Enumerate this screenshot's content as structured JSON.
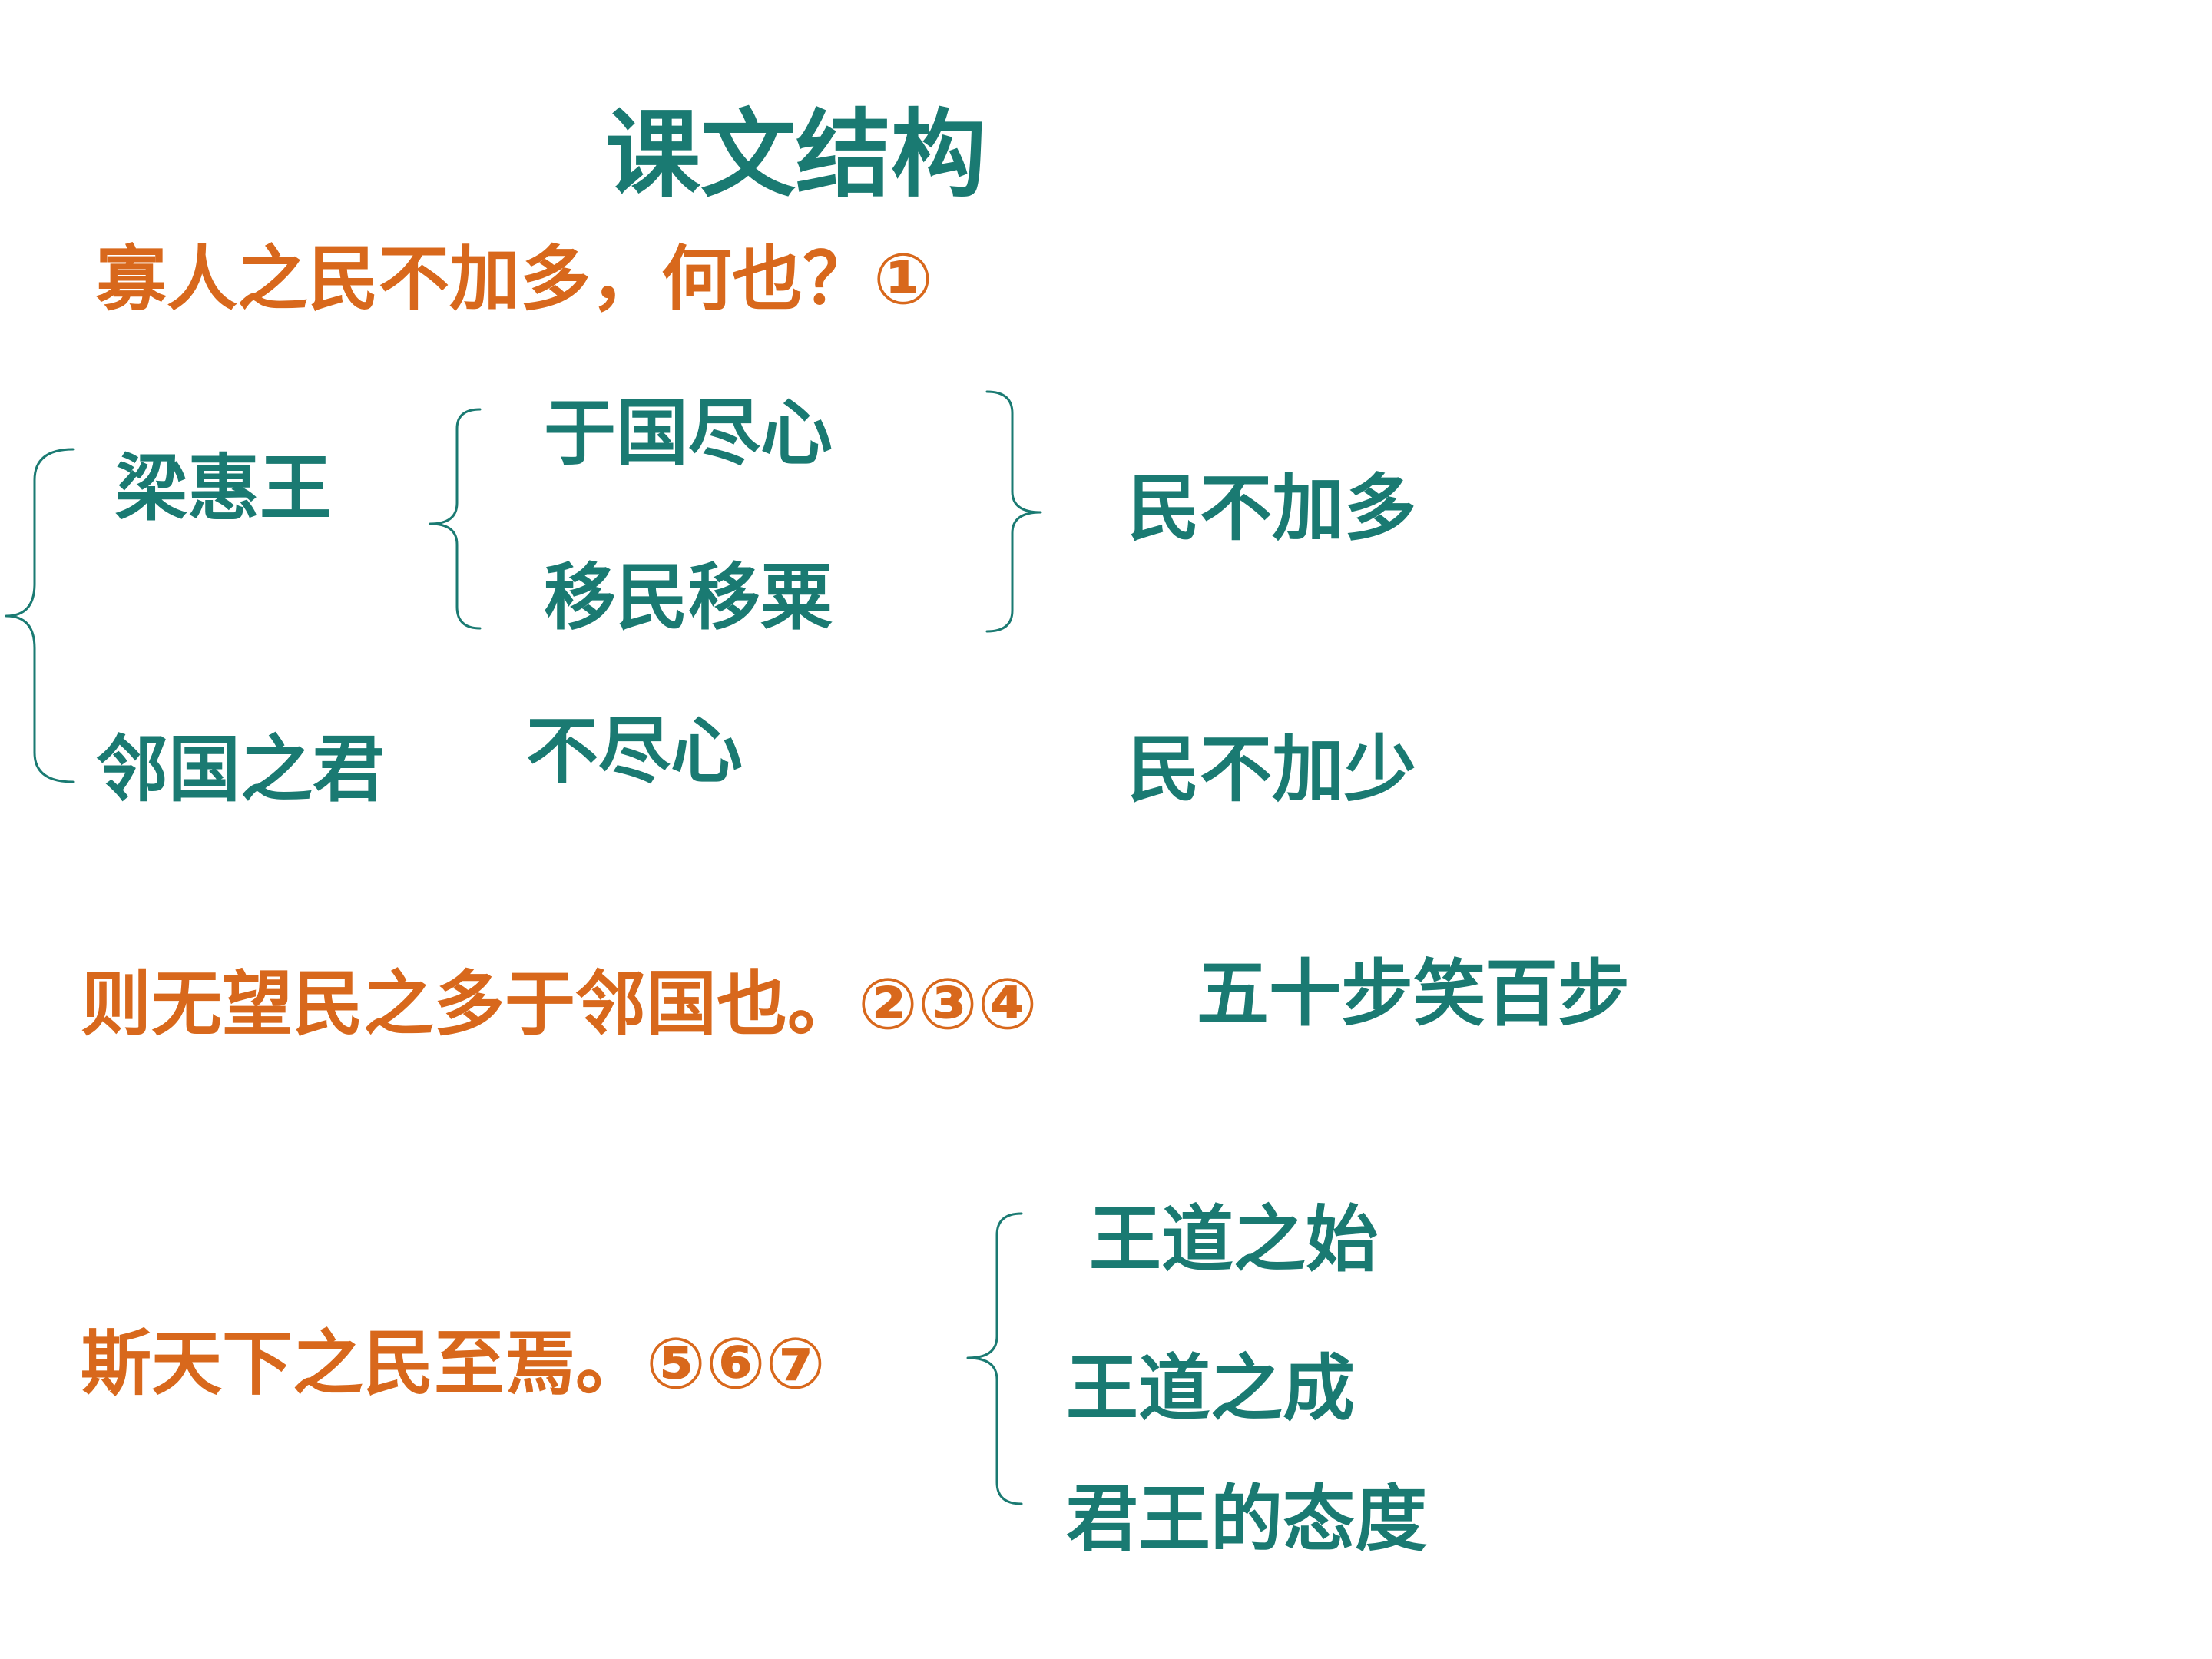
{
  "title": "课文结构",
  "section1": {
    "question": "寡人之民不加多，何也？①",
    "king": "梁惠王",
    "king_items": [
      "于国尽心",
      "移民移粟"
    ],
    "king_result": "民不加多",
    "neighbor": "邻国之君",
    "neighbor_item": "不尽心",
    "neighbor_result": "民不加少"
  },
  "section2": {
    "statement": "则无望民之多于邻国也。②③④",
    "note": "五十步笑百步"
  },
  "section3": {
    "statement": "斯天下之民至焉。⑤⑥⑦",
    "items": [
      "王道之始",
      "王道之成",
      "君王的态度"
    ]
  },
  "colors": {
    "teal": "#1a7a72",
    "orange": "#d8681c"
  }
}
